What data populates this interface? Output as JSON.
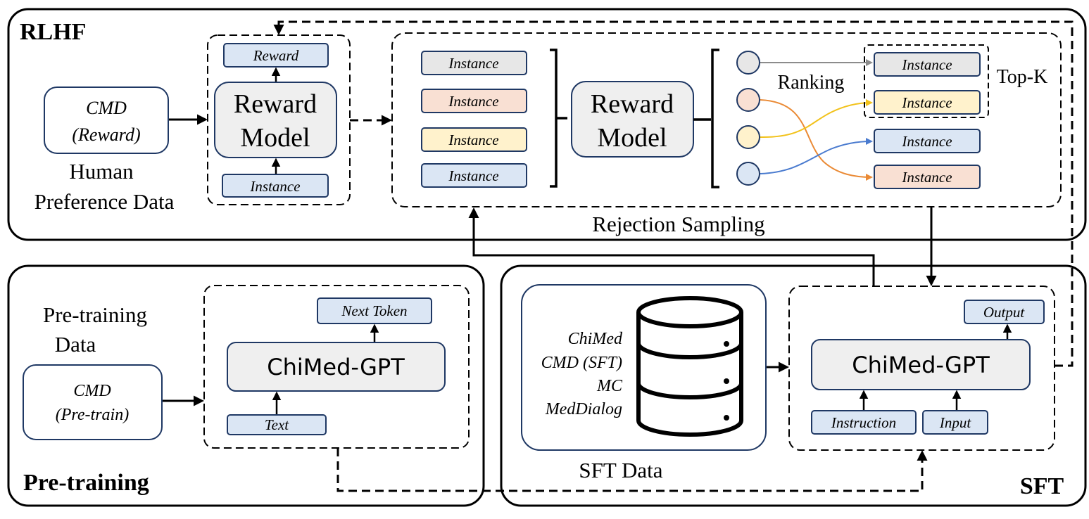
{
  "rlhf": {
    "title": "RLHF",
    "cmd_line1": "CMD",
    "cmd_line2": "(Reward)",
    "human_line1": "Human",
    "human_line2": "Preference Data",
    "rm_reward": "Reward",
    "rm_line1": "Reward",
    "rm_line2": "Model",
    "rm_instance": "Instance",
    "instance_label": "Instance",
    "ranking": "Ranking",
    "topk": "Top-K",
    "rejection_sampling": "Rejection Sampling"
  },
  "pretraining": {
    "title": "Pre-training",
    "data_line1": "Pre-training",
    "data_line2": "Data",
    "cmd_line1": "CMD",
    "cmd_line2": "(Pre-train)",
    "next_token": "Next Token",
    "model_name": "ChiMed-GPT",
    "text": "Text"
  },
  "sft": {
    "title": "SFT",
    "datasets": [
      "ChiMed",
      "CMD (SFT)",
      "MC",
      "MedDialog"
    ],
    "data_label": "SFT Data",
    "output": "Output",
    "model_name": "ChiMed-GPT",
    "instruction": "Instruction",
    "input": "Input"
  },
  "colors": {
    "gray": "#e7e7e7",
    "peach": "#f9e0d3",
    "yellow": "#fff2cc",
    "blue": "#dbe6f4",
    "arrow_gray": "#8c8c8c",
    "arrow_orange": "#ea8a35",
    "arrow_yellow": "#f2c21b",
    "arrow_blue": "#4a7bcf",
    "model_fill": "#efefef",
    "box_stroke": "#1f3864"
  }
}
